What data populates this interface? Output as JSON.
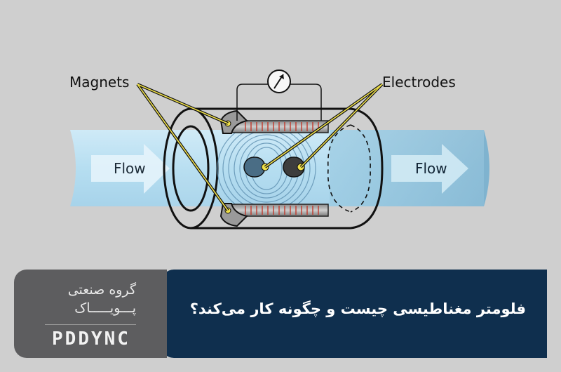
{
  "labels": {
    "magnets": "Magnets",
    "electrodes": "Electrodes",
    "flow_left": "Flow",
    "flow_right": "Flow"
  },
  "banner": {
    "logo_line1": "گروه صنعتی",
    "logo_line2": "پـــویـــــاک",
    "logo_en": "PDDYNC",
    "title": "فلومتر مغناطیسی چیست و چگونه کار می‌کند؟"
  },
  "colors": {
    "background": "#cfcfcf",
    "pipe_flow": "#a9d8ee",
    "leader_line": "#f0e14a",
    "coil": "#c0392b",
    "banner_dark": "#0f2f4e",
    "banner_gray": "#5d5d5f"
  },
  "icons": [
    "gauge-icon",
    "flow-arrow-icon"
  ]
}
